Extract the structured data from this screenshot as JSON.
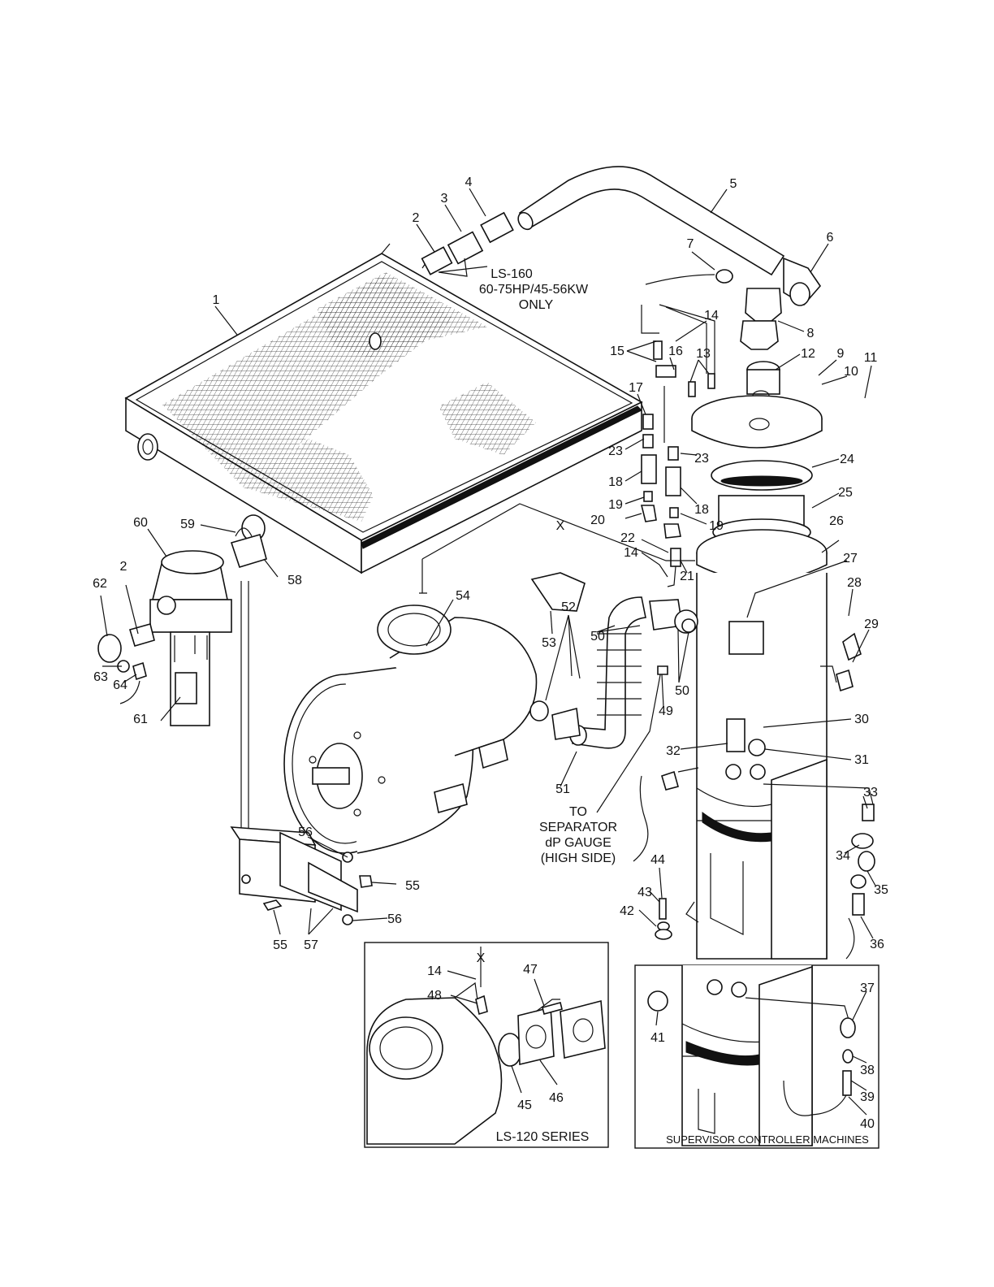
{
  "callouts": [
    {
      "n": "1"
    },
    {
      "n": "2"
    },
    {
      "n": "3"
    },
    {
      "n": "4"
    },
    {
      "n": "5"
    },
    {
      "n": "6"
    },
    {
      "n": "7"
    },
    {
      "n": "8"
    },
    {
      "n": "9"
    },
    {
      "n": "10"
    },
    {
      "n": "11"
    },
    {
      "n": "12"
    },
    {
      "n": "13"
    },
    {
      "n": "14"
    },
    {
      "n": "15"
    },
    {
      "n": "16"
    },
    {
      "n": "17"
    },
    {
      "n": "23"
    },
    {
      "n": "18"
    },
    {
      "n": "19"
    },
    {
      "n": "20"
    },
    {
      "n": "23"
    },
    {
      "n": "18"
    },
    {
      "n": "19"
    },
    {
      "n": "22"
    },
    {
      "n": "14"
    },
    {
      "n": "21"
    },
    {
      "n": "24"
    },
    {
      "n": "25"
    },
    {
      "n": "26"
    },
    {
      "n": "27"
    },
    {
      "n": "28"
    },
    {
      "n": "29"
    },
    {
      "n": "30"
    },
    {
      "n": "31"
    },
    {
      "n": "32"
    },
    {
      "n": "33"
    },
    {
      "n": "34"
    },
    {
      "n": "35"
    },
    {
      "n": "36"
    },
    {
      "n": "42"
    },
    {
      "n": "43"
    },
    {
      "n": "44"
    },
    {
      "n": "49"
    },
    {
      "n": "50"
    },
    {
      "n": "50"
    },
    {
      "n": "51"
    },
    {
      "n": "52"
    },
    {
      "n": "53"
    },
    {
      "n": "54"
    },
    {
      "n": "55"
    },
    {
      "n": "55"
    },
    {
      "n": "56"
    },
    {
      "n": "56"
    },
    {
      "n": "57"
    },
    {
      "n": "58"
    },
    {
      "n": "59"
    },
    {
      "n": "60"
    },
    {
      "n": "61"
    },
    {
      "n": "62"
    },
    {
      "n": "2"
    },
    {
      "n": "63"
    },
    {
      "n": "64"
    },
    {
      "n": "X"
    },
    {
      "n": "14"
    },
    {
      "n": "X"
    },
    {
      "n": "48"
    },
    {
      "n": "47"
    },
    {
      "n": "45"
    },
    {
      "n": "46"
    },
    {
      "n": "37"
    },
    {
      "n": "41"
    },
    {
      "n": "38"
    },
    {
      "n": "39"
    },
    {
      "n": "40"
    }
  ],
  "notes": {
    "ls160": [
      "LS-160",
      "60-75HP/45-56KW",
      "ONLY"
    ],
    "separator": [
      "TO",
      "SEPARATOR",
      "dP GAUGE",
      "(HIGH SIDE)"
    ]
  },
  "insets": {
    "ls120": "LS-120 SERIES",
    "supervisor": "SUPERVISOR CONTROLLER MACHINES"
  }
}
